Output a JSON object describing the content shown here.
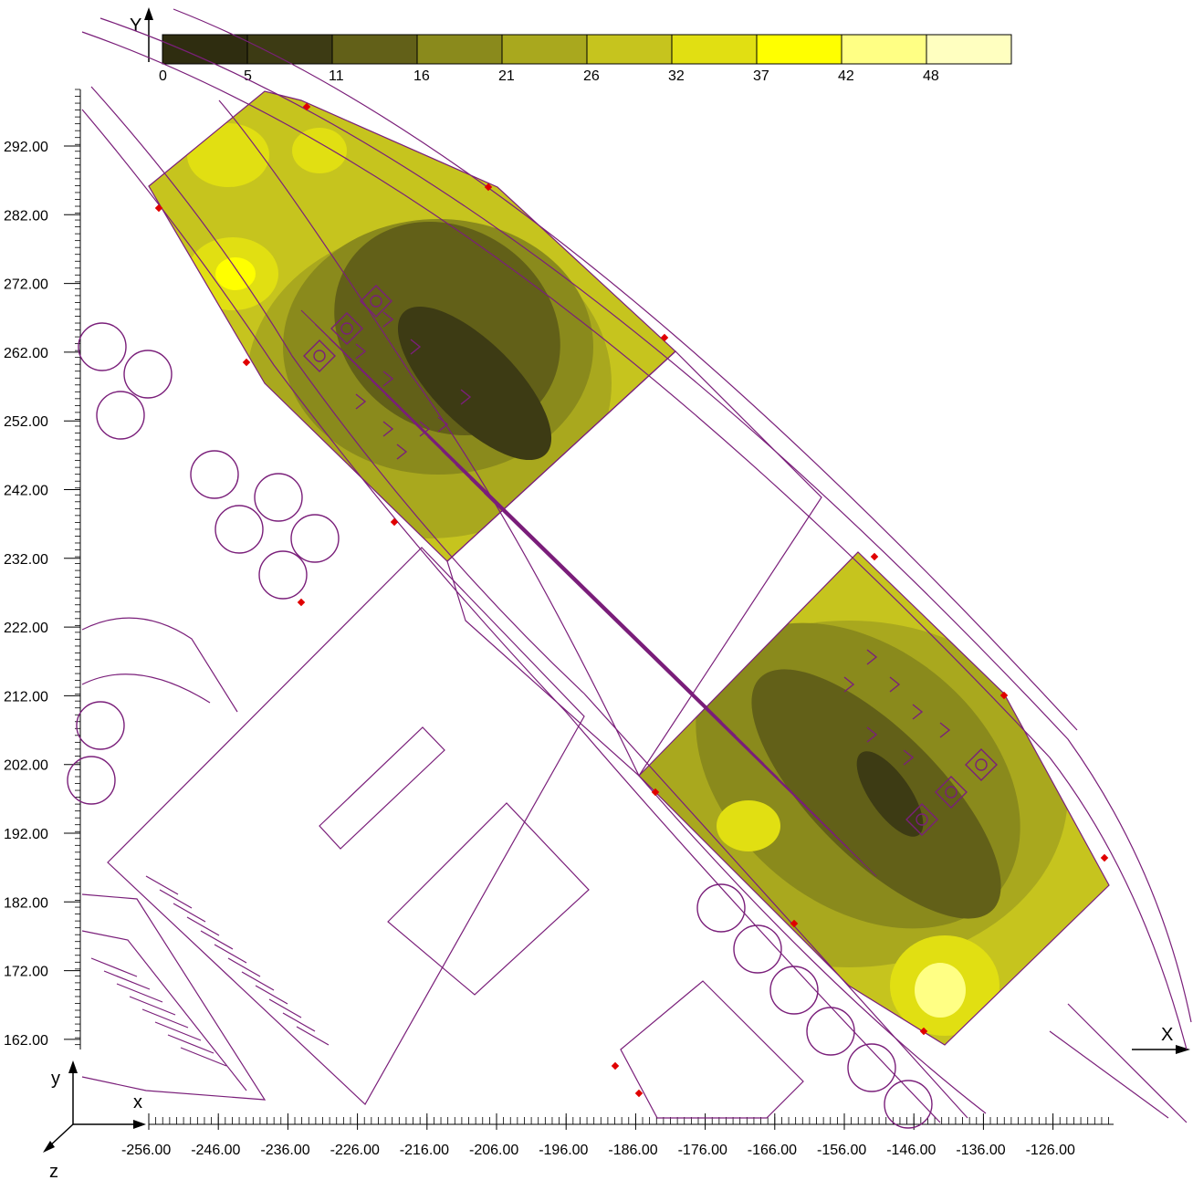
{
  "legend": {
    "axis_letter": "Y",
    "labels": [
      "0",
      "5",
      "11",
      "16",
      "21",
      "26",
      "32",
      "37",
      "42",
      "48"
    ],
    "colors": [
      "#2f2d10",
      "#3d3b14",
      "#626018",
      "#8a8a1c",
      "#a9a81e",
      "#c6c41e",
      "#e1df12",
      "#ffff00",
      "#ffff84",
      "#ffffc0"
    ]
  },
  "y_axis": {
    "ticks": [
      "292.00",
      "282.00",
      "272.00",
      "262.00",
      "252.00",
      "242.00",
      "232.00",
      "222.00",
      "212.00",
      "202.00",
      "192.00",
      "182.00",
      "172.00",
      "162.00"
    ]
  },
  "x_axis": {
    "ticks": [
      "-256.00",
      "-246.00",
      "-236.00",
      "-226.00",
      "-216.00",
      "-206.00",
      "-196.00",
      "-186.00",
      "-176.00",
      "-166.00",
      "-156.00",
      "-146.00",
      "-136.00",
      "-126.00"
    ]
  },
  "labels": {
    "x_arrow": "X",
    "triad_x": "x",
    "triad_y": "y",
    "triad_z": "z"
  },
  "colors": {
    "linework": "#7a1f7a",
    "marker": "#e00000",
    "zone_base": "#a9a81e"
  }
}
